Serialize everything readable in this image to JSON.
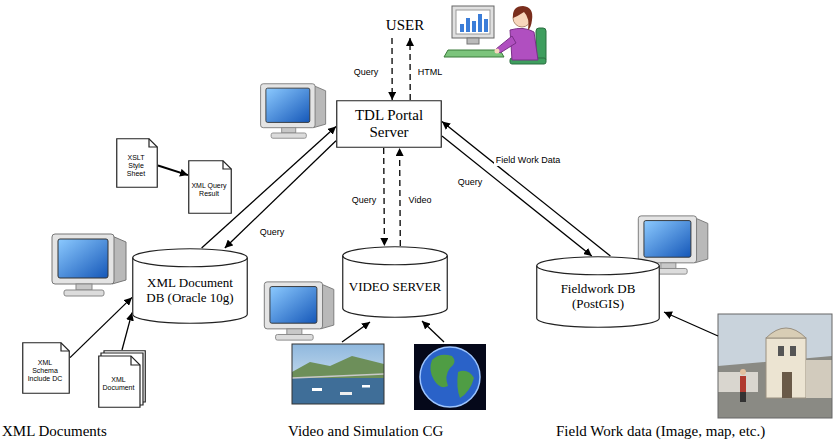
{
  "diagram": {
    "nodes": [
      {
        "text": [
          "USER"
        ]
      },
      {
        "text": [
          "TDL Portal Server"
        ]
      },
      {
        "text": [
          "XSLT Style Sheet"
        ]
      },
      {
        "text": [
          "XML Query Result"
        ]
      },
      {
        "text": [
          "XML Document DB (Oracle 10g)"
        ]
      },
      {
        "text": [
          "VIDEO SERVER"
        ]
      },
      {
        "text": [
          "Fieldwork DB (PostGIS)"
        ]
      },
      {
        "text": [
          "XML Schema Include DC"
        ]
      },
      {
        "text": [
          "XML Document"
        ]
      }
    ],
    "edges": [
      {
        "from": 0,
        "to": 1,
        "label": "Query",
        "arrow": "to"
      },
      {
        "from": 1,
        "to": 0,
        "label": "HTML",
        "arrow": "to"
      },
      {
        "from": 2,
        "to": 3,
        "arrow": "to"
      },
      {
        "from": 1,
        "to": 4,
        "label": "Query",
        "arrow": "to"
      },
      {
        "from": 4,
        "to": 1,
        "arrow": "to"
      },
      {
        "from": 1,
        "to": 5,
        "label": "Query",
        "arrow": "to"
      },
      {
        "from": 5,
        "to": 1,
        "label": "Video",
        "arrow": "to"
      },
      {
        "from": 1,
        "to": 6,
        "label": "Query",
        "arrow": "to"
      },
      {
        "from": 6,
        "to": 1,
        "label": "Field Work Data",
        "arrow": "to"
      },
      {
        "from": 7,
        "to": 4,
        "arrow": "to"
      },
      {
        "from": 8,
        "to": 4,
        "arrow": "to"
      }
    ],
    "labels": [
      "XML Documents",
      "Video and Simulation CG",
      "Field Work data (Image, map, etc.)"
    ]
  }
}
